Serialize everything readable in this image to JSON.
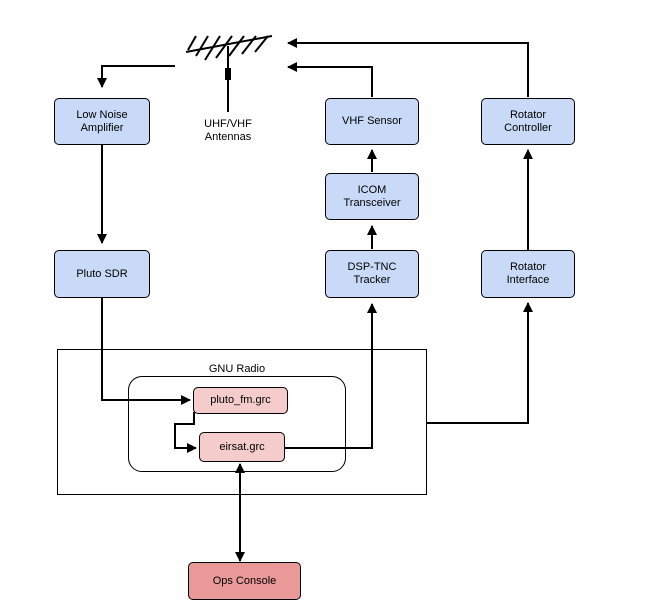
{
  "diagram": {
    "antenna_label": "UHF/VHF\nAntennas",
    "container_label": "GNU Radio",
    "nodes": {
      "lna": "Low Noise\nAmplifier",
      "pluto_sdr": "Pluto SDR",
      "vhf_sensor": "VHF Sensor",
      "icom": "ICOM\nTransceiver",
      "dsp_tnc": "DSP-TNC\nTracker",
      "rotator_controller": "Rotator\nController",
      "rotator_interface": "Rotator\nInterface",
      "pluto_fm": "pluto_fm.grc",
      "eirsat": "eirsat.grc",
      "ops_console": "Ops Console"
    },
    "colors": {
      "hardware_block": "#c9daf8",
      "grc_block": "#f4cccc",
      "console_block": "#ea9999",
      "line": "#000000"
    },
    "edges": [
      {
        "from": "antenna",
        "to": "lna"
      },
      {
        "from": "lna",
        "to": "pluto_sdr"
      },
      {
        "from": "pluto_sdr",
        "to": "pluto_fm"
      },
      {
        "from": "pluto_fm",
        "to": "eirsat"
      },
      {
        "from": "eirsat",
        "to": "dsp_tnc"
      },
      {
        "from": "dsp_tnc",
        "to": "icom"
      },
      {
        "from": "icom",
        "to": "vhf_sensor"
      },
      {
        "from": "vhf_sensor",
        "to": "antenna"
      },
      {
        "from": "gnu_radio",
        "to": "rotator_interface"
      },
      {
        "from": "rotator_interface",
        "to": "rotator_controller"
      },
      {
        "from": "rotator_controller",
        "to": "antenna"
      },
      {
        "from": "eirsat",
        "to": "ops_console",
        "bidirectional": true
      }
    ]
  }
}
